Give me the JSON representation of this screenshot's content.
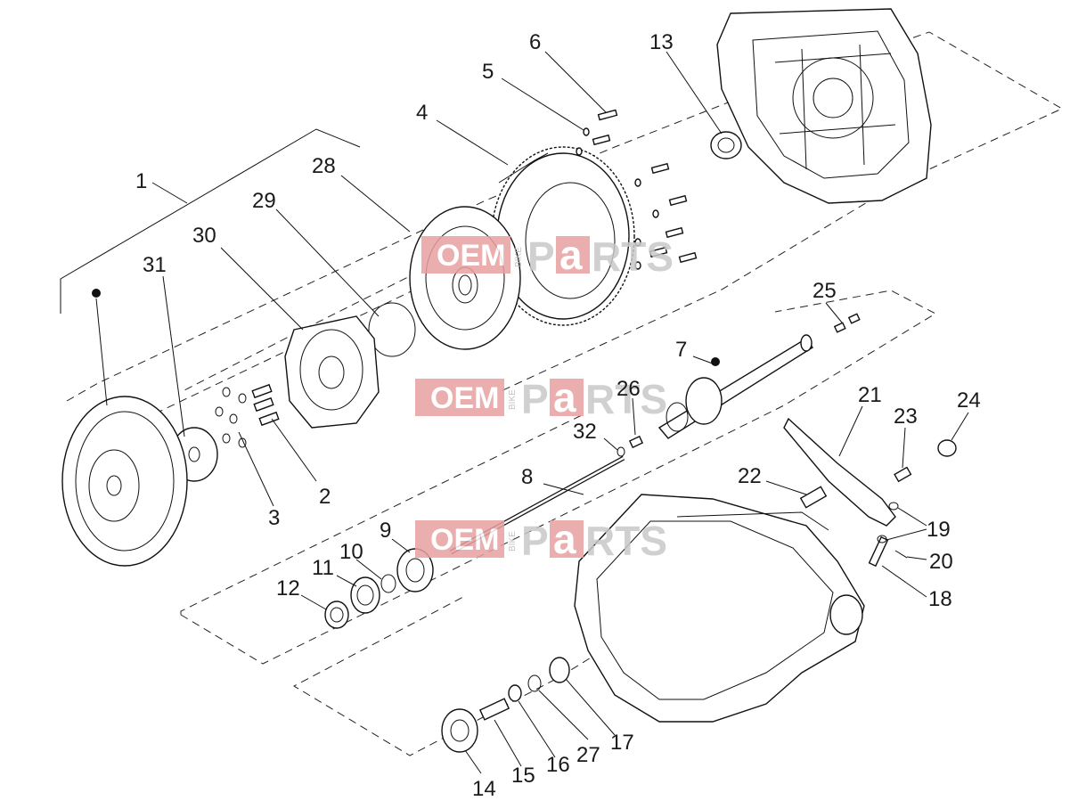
{
  "diagram": {
    "callouts": [
      "1",
      "2",
      "3",
      "4",
      "5",
      "6",
      "7",
      "8",
      "9",
      "10",
      "11",
      "12",
      "13",
      "14",
      "15",
      "16",
      "17",
      "18",
      "19",
      "20",
      "21",
      "22",
      "23",
      "24",
      "25",
      "26",
      "27",
      "28",
      "29",
      "30",
      "31",
      "32"
    ]
  },
  "watermark": {
    "oem": "OEM",
    "bike": "BIKE",
    "parts_p": "P",
    "parts_a": "a",
    "parts_rts": "RTS"
  },
  "colors": {
    "watermark_red": "#e8a0a0",
    "watermark_gray": "#c8c8c8",
    "line": "#111111"
  }
}
